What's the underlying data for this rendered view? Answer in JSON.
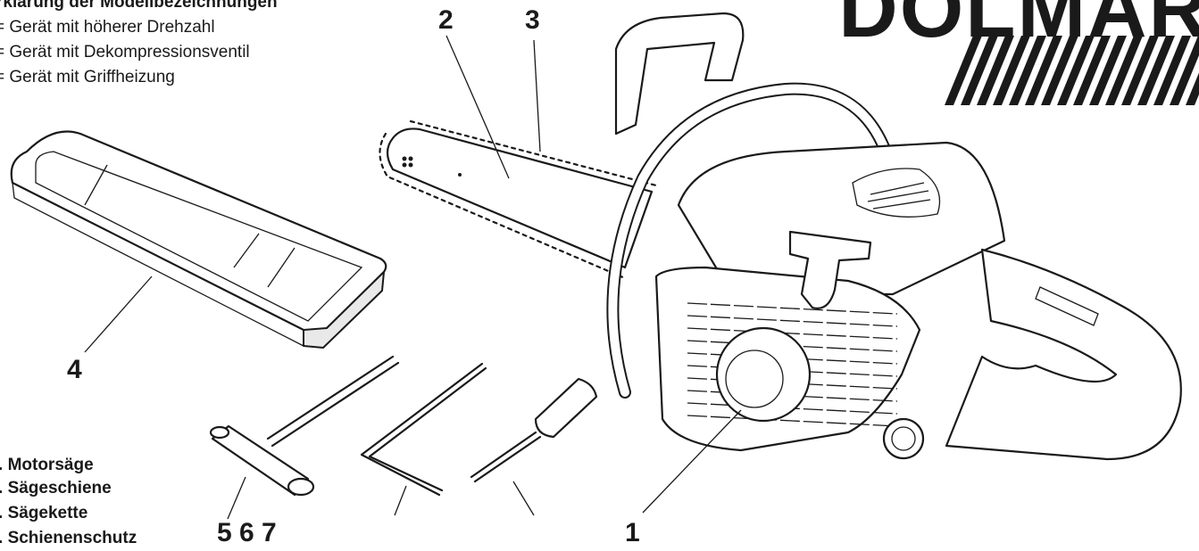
{
  "heading": "rklärung der Modellbezeichnungen",
  "legend": [
    {
      "symbol": "",
      "text": "= Gerät mit höherer Drehzahl"
    },
    {
      "symbol": "",
      "text": "= Gerät mit Dekompressionsventil"
    },
    {
      "symbol": "",
      "text": "= Gerät mit Griffheizung"
    }
  ],
  "brand": "DOLMAR",
  "callouts": {
    "c1": "1",
    "c2": "2",
    "c3": "3",
    "c4": "4",
    "c567": "5 6 7"
  },
  "parts": [
    {
      "num": ".",
      "label": "Motorsäge"
    },
    {
      "num": ".",
      "label": "Sägeschiene"
    },
    {
      "num": ".",
      "label": "Sägekette"
    },
    {
      "num": ".",
      "label": "Schienenschutz"
    }
  ],
  "colors": {
    "ink": "#1a1a1a",
    "background": "#ffffff"
  }
}
